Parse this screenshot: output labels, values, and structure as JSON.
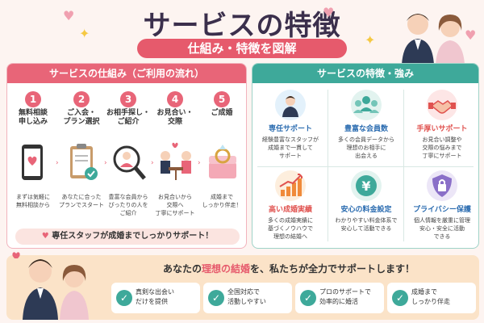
{
  "header": {
    "title": "サービスの特徴",
    "subtitle": "仕組み・特徴を図解"
  },
  "flow": {
    "heading": "サービスの仕組み（ご利用の流れ）",
    "steps": [
      {
        "num": "1",
        "title_lines": [
          "無料相談",
          "申し込み"
        ],
        "desc_lines": [
          "まずは気軽に",
          "無料相談から"
        ]
      },
      {
        "num": "2",
        "title_lines": [
          "ご入会・",
          "プラン選択"
        ],
        "desc_lines": [
          "あなたに合った",
          "プランでスタート"
        ]
      },
      {
        "num": "3",
        "title_lines": [
          "お相手探し・",
          "ご紹介"
        ],
        "desc_lines": [
          "豊富な会員から",
          "ぴったりの人を",
          "ご紹介"
        ]
      },
      {
        "num": "4",
        "title_lines": [
          "お見合い・",
          "交際"
        ],
        "desc_lines": [
          "お見合いから",
          "交際へ",
          "丁寧にサポート"
        ]
      },
      {
        "num": "5",
        "title_lines": [
          "ご成婚"
        ],
        "desc_lines": [
          "成婚まで",
          "しっかり伴走！"
        ]
      }
    ],
    "footer": "専任スタッフが成婚までしっかりサポート！"
  },
  "features": {
    "heading": "サービスの特徴・強み",
    "items": [
      {
        "title": "専任サポート",
        "desc_lines": [
          "経験豊富なスタッフが",
          "成婚まで一貫して",
          "サポート"
        ],
        "icon": "advisor-icon",
        "color": "#2b6cb0"
      },
      {
        "title": "豊富な会員数",
        "desc_lines": [
          "多くの会員データから",
          "理想のお相手に",
          "出会える"
        ],
        "icon": "members-icon",
        "color": "#2b6cb0"
      },
      {
        "title": "手厚いサポート",
        "desc_lines": [
          "お見合い調整や",
          "交際の悩みまで",
          "丁寧にサポート"
        ],
        "icon": "handshake-icon",
        "color": "#e0524f"
      },
      {
        "title": "高い成婚実績",
        "desc_lines": [
          "多くの成婚実績に",
          "基づくノウハウで",
          "理想の結婚へ"
        ],
        "icon": "growth-chart-icon",
        "color": "#e0524f"
      },
      {
        "title": "安心の料金設定",
        "desc_lines": [
          "わかりやすい料金体系で",
          "安心して活動できる"
        ],
        "icon": "yen-icon",
        "color": "#2b6cb0"
      },
      {
        "title": "プライバシー保護",
        "desc_lines": [
          "個人情報を厳重に管理",
          "安心・安全に活動",
          "できる"
        ],
        "icon": "shield-lock-icon",
        "color": "#2b6cb0"
      }
    ]
  },
  "bottom": {
    "headline_pre": "あなたの",
    "headline_em": "理想の結婚",
    "headline_post": "を、私たちが全力でサポートします！",
    "points": [
      {
        "lines": [
          "真剣な出会い",
          "だけを提供"
        ]
      },
      {
        "lines": [
          "全国対応で",
          "活動しやすい"
        ]
      },
      {
        "lines": [
          "プロのサポートで",
          "効率的に婚活"
        ]
      },
      {
        "lines": [
          "成婚まで",
          "しっかり伴走"
        ]
      }
    ]
  },
  "colors": {
    "brand_pink": "#e86578",
    "brand_teal": "#3ea99a",
    "navy": "#3b2f4c"
  }
}
